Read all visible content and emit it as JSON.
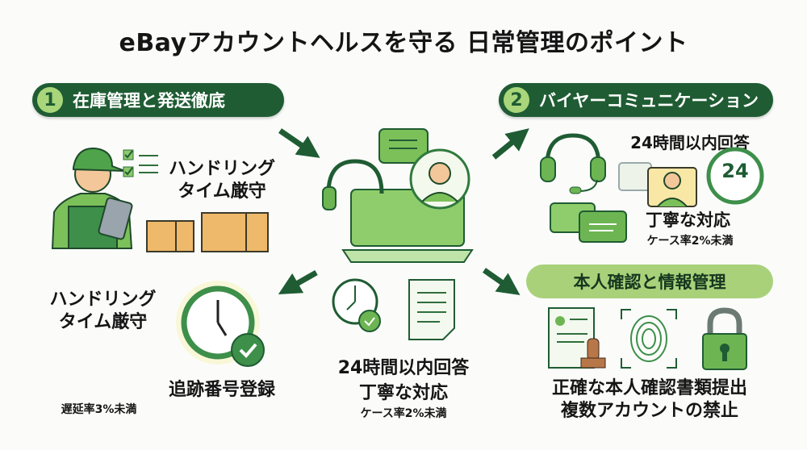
{
  "title": "eBayアカウントヘルスを守る 日常管理のポイント",
  "sections": [
    {
      "number": "1",
      "label": "在庫管理と発送徹底",
      "text_lines": [
        "ハンドリング",
        "タイム厳守"
      ]
    },
    {
      "number": "2",
      "label": "バイヤーコミュニケーション",
      "response": "24時間以内回答",
      "clock_number": "24",
      "polite": "丁寧な対応",
      "case_rate": "ケース率2%未満"
    },
    {
      "label": "本人確認と情報管理",
      "lines": [
        "正確な本人確認書類提出",
        "複数アカウントの禁止"
      ]
    }
  ],
  "bottom_left": {
    "text_lines": [
      "ハンドリング",
      "タイム厳守"
    ],
    "tracking": "追跡番号登録",
    "delay_rate": "遅延率3%未満"
  },
  "bottom_center": {
    "response": "24時間以内回答",
    "polite": "丁寧な対応",
    "case_rate": "ケース率2%未満"
  },
  "colors": {
    "dark_green": "#1f5c33",
    "light_green": "#a9d17a",
    "box": "#e9b866"
  }
}
